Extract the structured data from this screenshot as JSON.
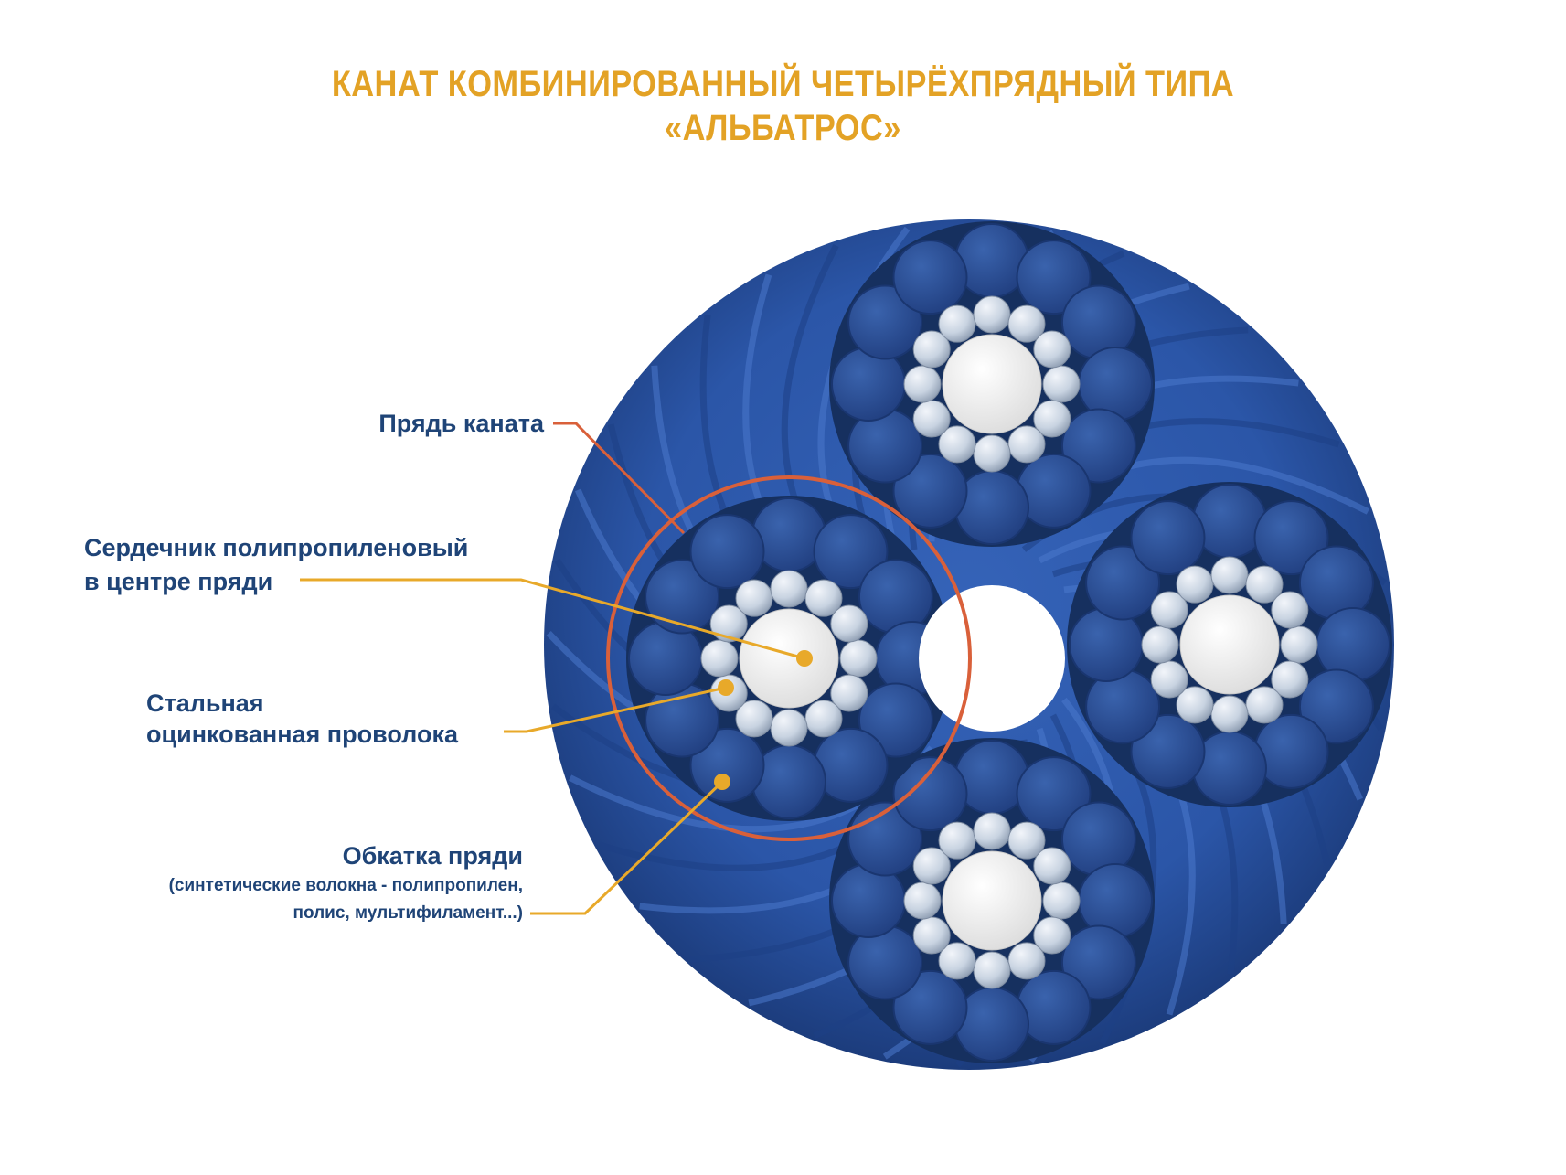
{
  "title": {
    "line1": "КАНАТ КОМБИНИРОВАННЫЙ ЧЕТЫРЁХПРЯДНЫЙ ТИПА",
    "line2": "«АЛЬБАТРОС»"
  },
  "labels": {
    "strand": "Прядь каната",
    "core_line1": "Сердечник полипропиленовый",
    "core_line2": "в центре пряди",
    "wire_line1": "Стальная",
    "wire_line2": "оцинкованная проволока",
    "cover_title": "Обкатка пряди",
    "cover_line1": "(синтетические волокна - полипропилен,",
    "cover_line2": "полис, мультифиламент...)"
  },
  "colors": {
    "title": "#e3a225",
    "label_text": "#1f4477",
    "strand_leader": "#d9603a",
    "yellow_leader": "#e8a92a",
    "rope_blue": "#2b56a8",
    "fiber_blue": "#2a4f97",
    "steel_wire": "#c8d3e1",
    "core_white": "#eeeeee"
  }
}
